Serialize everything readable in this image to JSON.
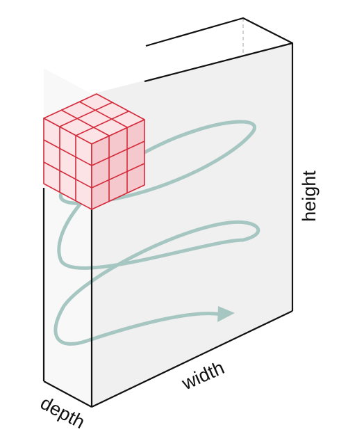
{
  "labels": {
    "height": "height",
    "width": "width",
    "depth": "depth"
  },
  "colors": {
    "outline": "#111111",
    "hidden_edge": "#bbbbbb",
    "face": "#f0f0f0",
    "kernel_stroke": "#d42a3a",
    "kernel_fill_light": "#fbe3e6",
    "kernel_fill_mid": "#f4c8cd",
    "path_stroke": "#a6c6c2"
  },
  "kernel": {
    "rows": 3,
    "cols": 3,
    "layers": 3
  }
}
